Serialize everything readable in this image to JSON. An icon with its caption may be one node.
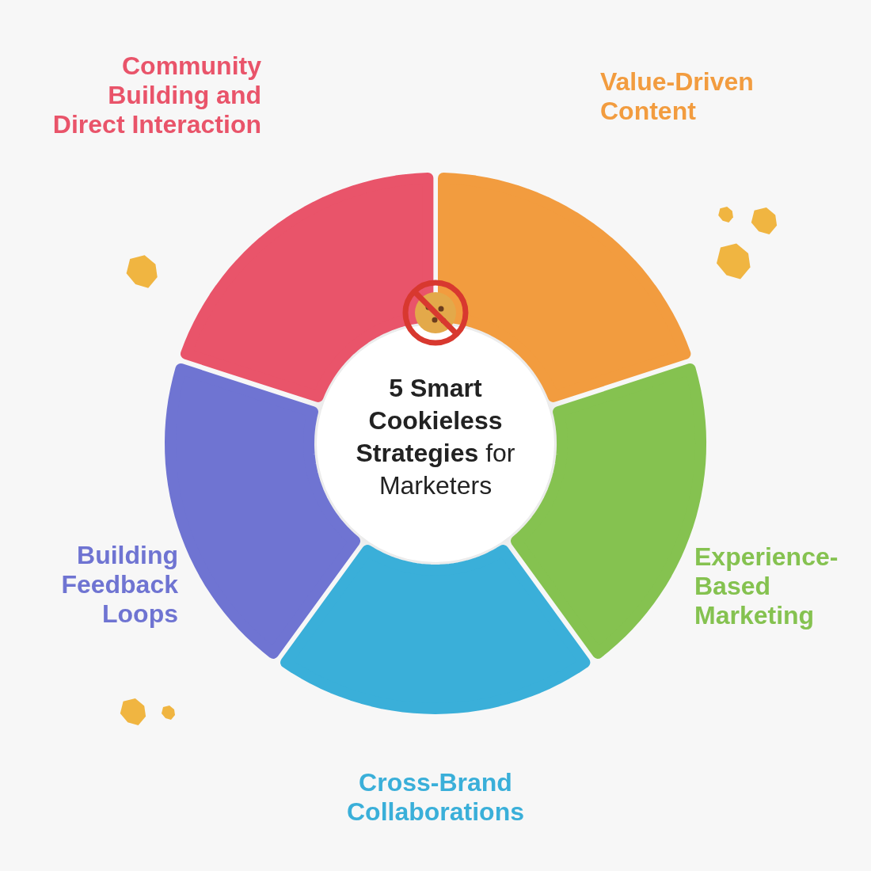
{
  "diagram": {
    "title": "**5 Smart Cookieless Strategies** for Marketers",
    "nodes": [
      {
        "text": [
          "Community Building and Direct Interaction"
        ]
      },
      {
        "text": [
          "Value-Driven Content"
        ]
      },
      {
        "text": [
          "Experience-Based Marketing"
        ]
      },
      {
        "text": [
          "Building Feedback Loops"
        ]
      },
      {
        "text": [
          "Cross-Brand Collaborations"
        ]
      }
    ]
  }
}
